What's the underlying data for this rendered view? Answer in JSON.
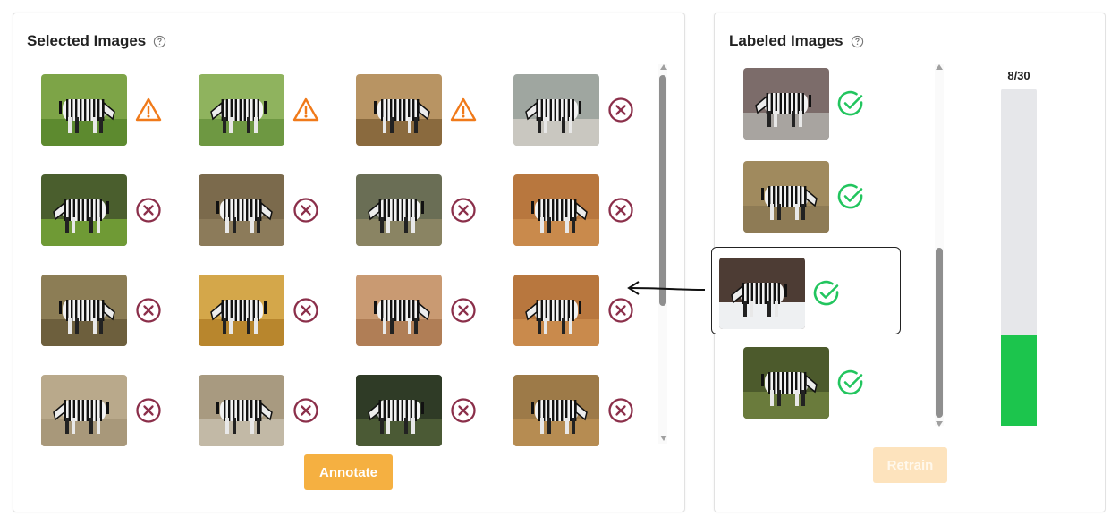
{
  "selected_panel": {
    "title": "Selected Images",
    "help_icon": "question-circle-icon",
    "rows": [
      [
        {
          "status": "warning",
          "bg": "#7da447",
          "ground": "#5d8a2f"
        },
        {
          "status": "warning",
          "bg": "#8fb35e",
          "ground": "#6e9842"
        },
        {
          "status": "warning",
          "bg": "#b89463",
          "ground": "#8a6a3e"
        },
        {
          "status": "rejected",
          "bg": "#9fa6a0",
          "ground": "#c9c7c0"
        }
      ],
      [
        {
          "status": "rejected",
          "bg": "#4a5e2d",
          "ground": "#6f9a35"
        },
        {
          "status": "rejected",
          "bg": "#7b6a4c",
          "ground": "#8c7b5a"
        },
        {
          "status": "rejected",
          "bg": "#6a6e55",
          "ground": "#8a8463"
        },
        {
          "status": "rejected",
          "bg": "#b8773e",
          "ground": "#c98a4c"
        }
      ],
      [
        {
          "status": "rejected",
          "bg": "#8c7d55",
          "ground": "#6d5f3d"
        },
        {
          "status": "rejected",
          "bg": "#d4a74a",
          "ground": "#b8862d"
        },
        {
          "status": "rejected",
          "bg": "#c99a72",
          "ground": "#b07e56"
        },
        {
          "status": "rejected",
          "bg": "#b8773e",
          "ground": "#c98a4c"
        }
      ],
      [
        {
          "status": "rejected",
          "bg": "#b9a98b",
          "ground": "#a8987a"
        },
        {
          "status": "rejected",
          "bg": "#a89a80",
          "ground": "#c2b9a6"
        },
        {
          "status": "rejected",
          "bg": "#2f3b26",
          "ground": "#4b5a35"
        },
        {
          "status": "rejected",
          "bg": "#9d7a48",
          "ground": "#b68c52"
        }
      ]
    ],
    "annotate_label": "Annotate"
  },
  "labeled_panel": {
    "title": "Labeled Images",
    "help_icon": "question-circle-icon",
    "items": [
      {
        "status": "accepted",
        "bg": "#7c6c6a",
        "ground": "#a8a4a0"
      },
      {
        "status": "accepted",
        "bg": "#a08a5e",
        "ground": "#8e7b55"
      },
      {
        "status": "accepted",
        "bg": "#4d3c34",
        "ground": "#eef0f2"
      },
      {
        "status": "accepted",
        "bg": "#4c5a2c",
        "ground": "#6a7b3c"
      }
    ],
    "retrain_label": "Retrain",
    "progress": {
      "label": "8/30",
      "current": 8,
      "total": 30
    }
  },
  "colors": {
    "warning": "#f07a1a",
    "rejected": "#8b2f4a",
    "accepted": "#22c55e",
    "annotate_button": "#f5b041",
    "retrain_button": "#fde3bd",
    "progress_fill": "#1cc54d"
  }
}
